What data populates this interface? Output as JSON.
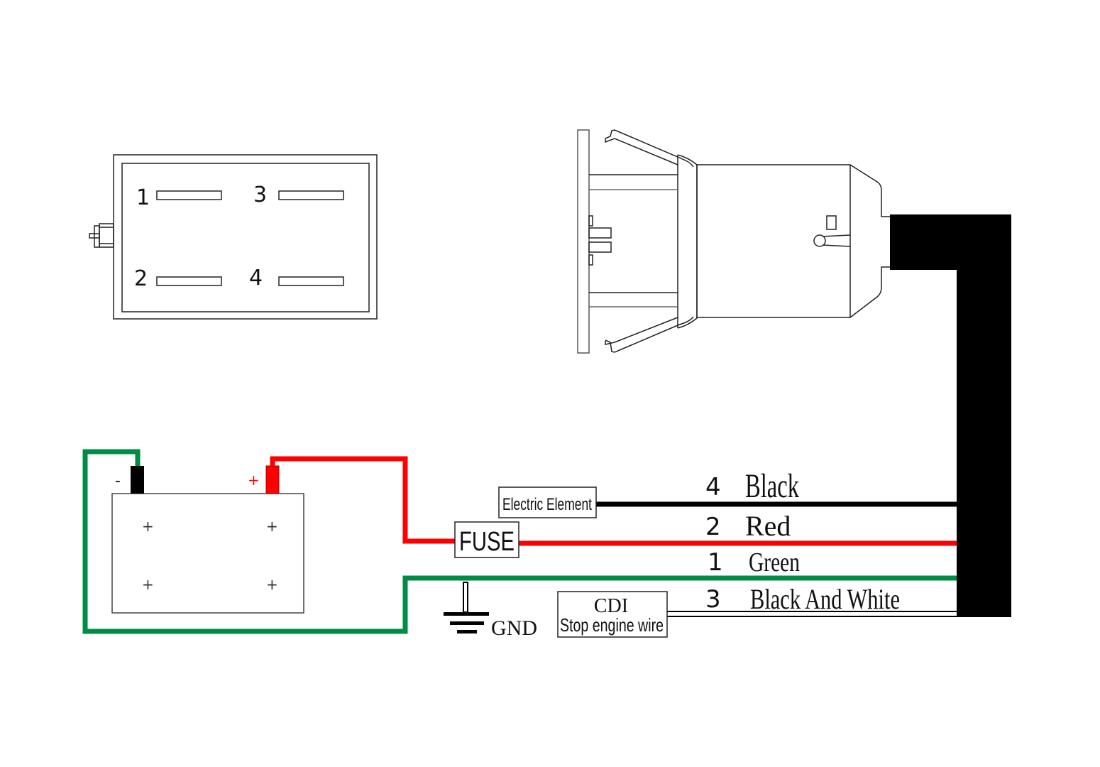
{
  "colors": {
    "black_wire": "#000000",
    "red_wire": "#ff0000",
    "green_wire": "#008c45",
    "outline": "#222222"
  },
  "connector_pinout": {
    "pins": [
      {
        "label": "1"
      },
      {
        "label": "3"
      },
      {
        "label": "2"
      },
      {
        "label": "4"
      }
    ]
  },
  "battery": {
    "negative_label": "-",
    "positive_label": "+",
    "cell_marks": [
      "+",
      "+",
      "+",
      "+"
    ]
  },
  "components": {
    "electric_element": "Electric Element",
    "fuse": "FUSE",
    "gnd": "GND",
    "cdi_title": "CDI",
    "cdi_subtitle": "Stop engine wire"
  },
  "wires": [
    {
      "pin": "4",
      "color_name": "Black"
    },
    {
      "pin": "2",
      "color_name": "Red"
    },
    {
      "pin": "1",
      "color_name": "Green"
    },
    {
      "pin": "3",
      "color_name": "Black And White"
    }
  ]
}
